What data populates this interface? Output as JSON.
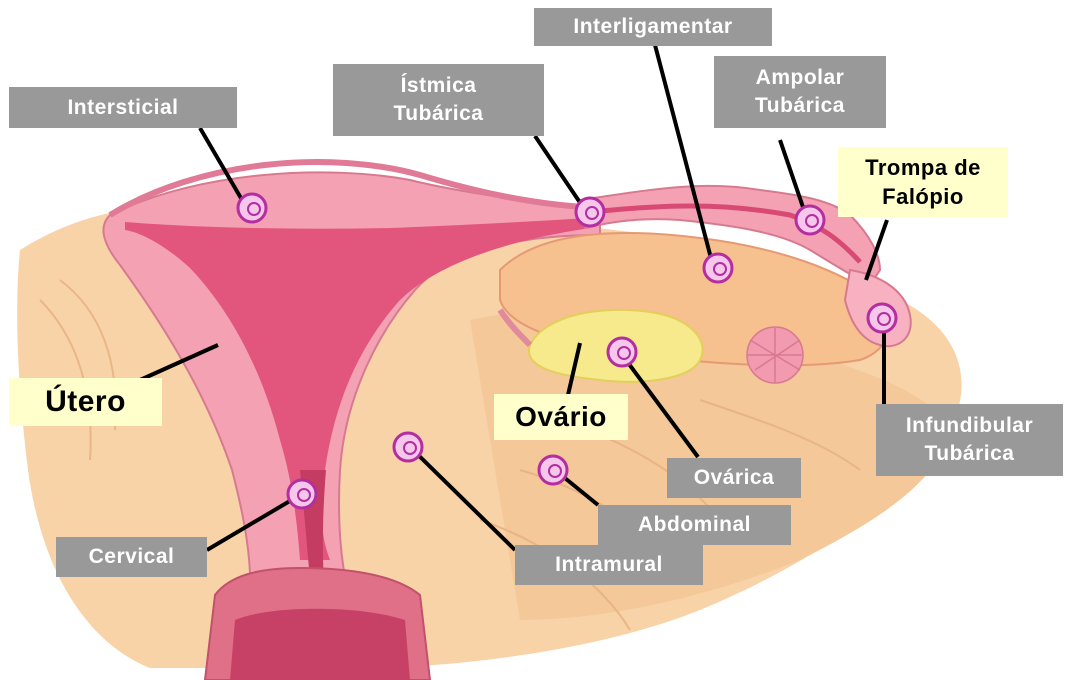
{
  "labels": {
    "intersticial": "Intersticial",
    "istmica": [
      "Ístmica",
      "Tubárica"
    ],
    "interligamentar": "Interligamentar",
    "ampolar": [
      "Ampolar",
      "Tubárica"
    ],
    "trompa": [
      "Trompa de",
      "Falópio"
    ],
    "infundibular": [
      "Infundibular",
      "Tubárica"
    ],
    "utero": "Útero",
    "ovario": "Ovário",
    "ovarica": "Ovárica",
    "abdominal": "Abdominal",
    "intramural": "Intramural",
    "cervical": "Cervical"
  },
  "colors": {
    "label_background": "#999999",
    "label_text": "#ffffff",
    "highlight_background": "#ffffcc",
    "highlight_text": "#000000",
    "uterus_wall": "#f5a3b3",
    "uterine_cavity": "#e0517a",
    "ovary": "#f4e98a",
    "ligament_tissue": "#f8d2a6",
    "implantation_site": "#c23fb0",
    "leader_line": "#000000"
  }
}
